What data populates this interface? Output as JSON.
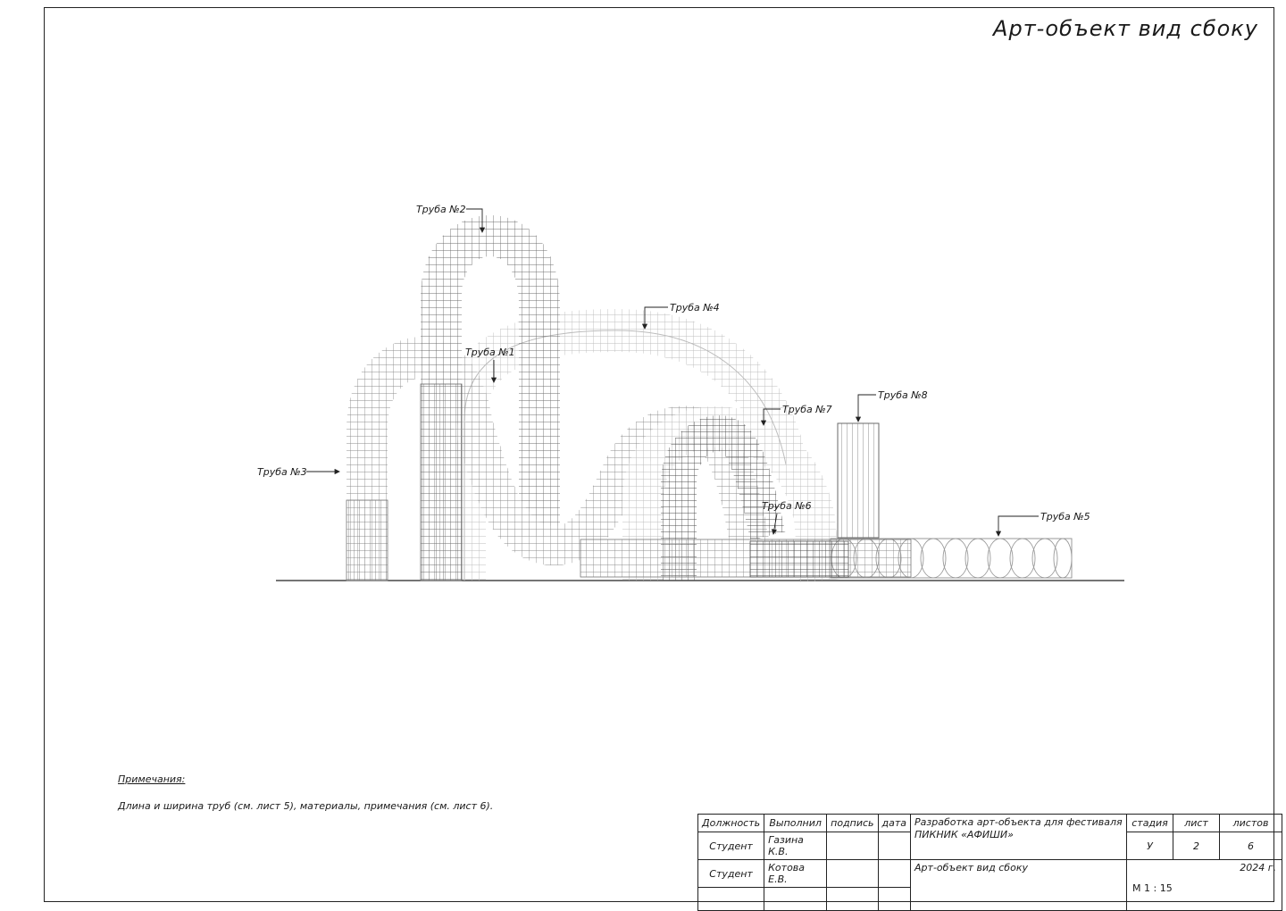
{
  "sheet_title": "Арт-объект вид сбоку",
  "labels": {
    "pipe1": "Труба №1",
    "pipe2": "Труба №2",
    "pipe3": "Труба №3",
    "pipe4": "Труба №4",
    "pipe5": "Труба №5",
    "pipe6": "Труба №6",
    "pipe7": "Труба №7",
    "pipe8": "Труба №8"
  },
  "notes": {
    "title": "Примечания:",
    "text": "Длина и ширина труб (см. лист 5), материалы, примечания (см. лист 6)."
  },
  "stamp": {
    "h_position": "Должность",
    "h_performed": "Выполнил",
    "h_signature": "подпись",
    "h_date": "дата",
    "row1_role": "Студент",
    "row1_name": "Газина К.В.",
    "row2_role": "Студент",
    "row2_name": "Котова Е.В.",
    "project": "Разработка арт-объекта для фестиваля ПИКНИК «АФИШИ»",
    "sheet_name": "Арт-объект вид сбоку",
    "h_stage": "стадия",
    "h_sheet": "лист",
    "h_sheets": "листов",
    "stage": "У",
    "sheet": "2",
    "sheets": "6",
    "year": "2024 г.",
    "scale": "М 1 : 15"
  },
  "colors": {
    "pipe_dark": "#7a7a7a",
    "pipe_mid": "#9a9a9a",
    "pipe_light": "#c4c4c4",
    "pipe_darkest": "#555555"
  }
}
